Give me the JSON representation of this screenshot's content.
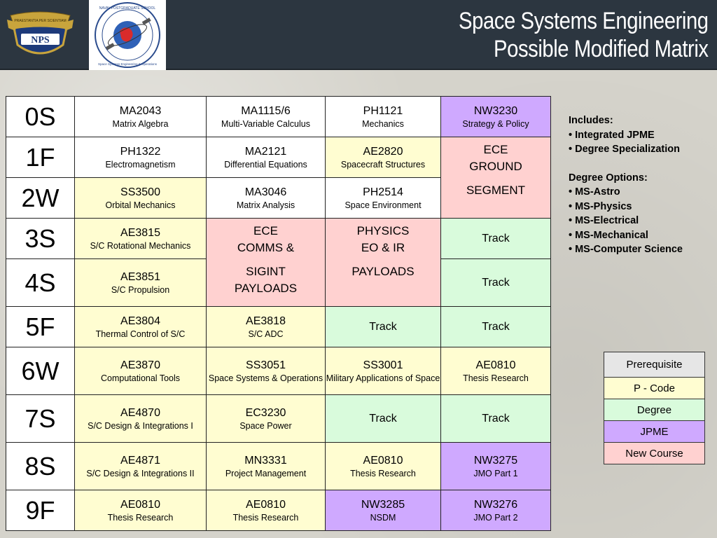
{
  "header": {
    "title_line1": "Space Systems Engineering",
    "title_line2": "Possible Modified Matrix",
    "logo_text": "NPS",
    "logo_motto": "PRAESTANTIA PER SCIENTIAM",
    "seal_top_text": "NAVAL POSTGRADUATE SCHOOL",
    "seal_bottom_text": "Space Systems Engineering & Operations"
  },
  "colors": {
    "header_bg": "#2c3640",
    "prerequisite": "#ffffff",
    "p_code": "#fffdd1",
    "degree": "#d9fbdc",
    "jpme": "#cfa9ff",
    "new_course": "#ffd1d0"
  },
  "rows": [
    {
      "q": "0S",
      "c": [
        {
          "code": "MA2043",
          "name": "Matrix Algebra"
        },
        {
          "code": "MA1115/6",
          "name": "Multi-Variable Calculus"
        },
        {
          "code": "PH1121",
          "name": "Mechanics"
        },
        {
          "code": "NW3230",
          "name": "Strategy & Policy"
        }
      ]
    },
    {
      "q": "1F",
      "c": [
        {
          "code": "PH1322",
          "name": "Electromagnetism"
        },
        {
          "code": "MA2121",
          "name": "Differential Equations"
        },
        {
          "code": "AE2820",
          "name": "Spacecraft Structures"
        }
      ]
    },
    {
      "q": "2W",
      "c": [
        {
          "code": "SS3500",
          "name": "Orbital Mechanics"
        },
        {
          "code": "MA3046",
          "name": "Matrix Analysis"
        },
        {
          "code": "PH2514",
          "name": "Space Environment"
        }
      ]
    },
    {
      "q": "3S",
      "c": [
        {
          "code": "AE3815",
          "name": "S/C Rotational Mechanics"
        },
        {
          "code": "Track"
        }
      ]
    },
    {
      "q": "4S",
      "c": [
        {
          "code": "AE3851",
          "name": "S/C Propulsion"
        },
        {
          "code": "Track"
        }
      ]
    },
    {
      "q": "5F",
      "c": [
        {
          "code": "AE3804",
          "name": "Thermal Control of S/C"
        },
        {
          "code": "AE3818",
          "name": "S/C ADC"
        },
        {
          "code": "Track"
        },
        {
          "code": "Track"
        }
      ]
    },
    {
      "q": "6W",
      "c": [
        {
          "code": "AE3870",
          "name": "Computational Tools"
        },
        {
          "code": "SS3051",
          "name": "Space Systems & Operations"
        },
        {
          "code": "SS3001",
          "name": "Military Applications of Space"
        },
        {
          "code": "AE0810",
          "name": "Thesis Research"
        }
      ]
    },
    {
      "q": "7S",
      "c": [
        {
          "code": "AE4870",
          "name": "S/C Design & Integrations I"
        },
        {
          "code": "EC3230",
          "name": "Space Power"
        },
        {
          "code": "Track"
        },
        {
          "code": "Track"
        }
      ]
    },
    {
      "q": "8S",
      "c": [
        {
          "code": "AE4871",
          "name": "S/C Design & Integrations II"
        },
        {
          "code": "MN3331",
          "name": "Project Management"
        },
        {
          "code": "AE0810",
          "name": "Thesis Research"
        },
        {
          "code": "NW3275",
          "name": "JMO Part 1"
        }
      ]
    },
    {
      "q": "9F",
      "c": [
        {
          "code": "AE0810",
          "name": "Thesis Research"
        },
        {
          "code": "AE0810",
          "name": "Thesis Research"
        },
        {
          "code": "NW3285",
          "name": "NSDM"
        },
        {
          "code": "NW3276",
          "name": "JMO Part 2"
        }
      ]
    }
  ],
  "blocks": {
    "ground": {
      "line1": "ECE",
      "line2": "GROUND",
      "line3": "SEGMENT"
    },
    "comms": {
      "line1": "ECE",
      "line2": "COMMS &",
      "line3": "SIGINT",
      "line4": "PAYLOADS"
    },
    "physics": {
      "line1": "PHYSICS",
      "line2": "EO & IR",
      "line3": "PAYLOADS"
    }
  },
  "notes": {
    "includes_heading": "Includes:",
    "includes": [
      "• Integrated JPME",
      "• Degree Specialization"
    ],
    "options_heading": "Degree Options:",
    "options": [
      "• MS-Astro",
      "• MS-Physics",
      "• MS-Electrical",
      "• MS-Mechanical",
      "• MS-Computer Science"
    ]
  },
  "legend": [
    "Prerequisite",
    "P - Code",
    "Degree",
    "JPME",
    "New Course"
  ]
}
